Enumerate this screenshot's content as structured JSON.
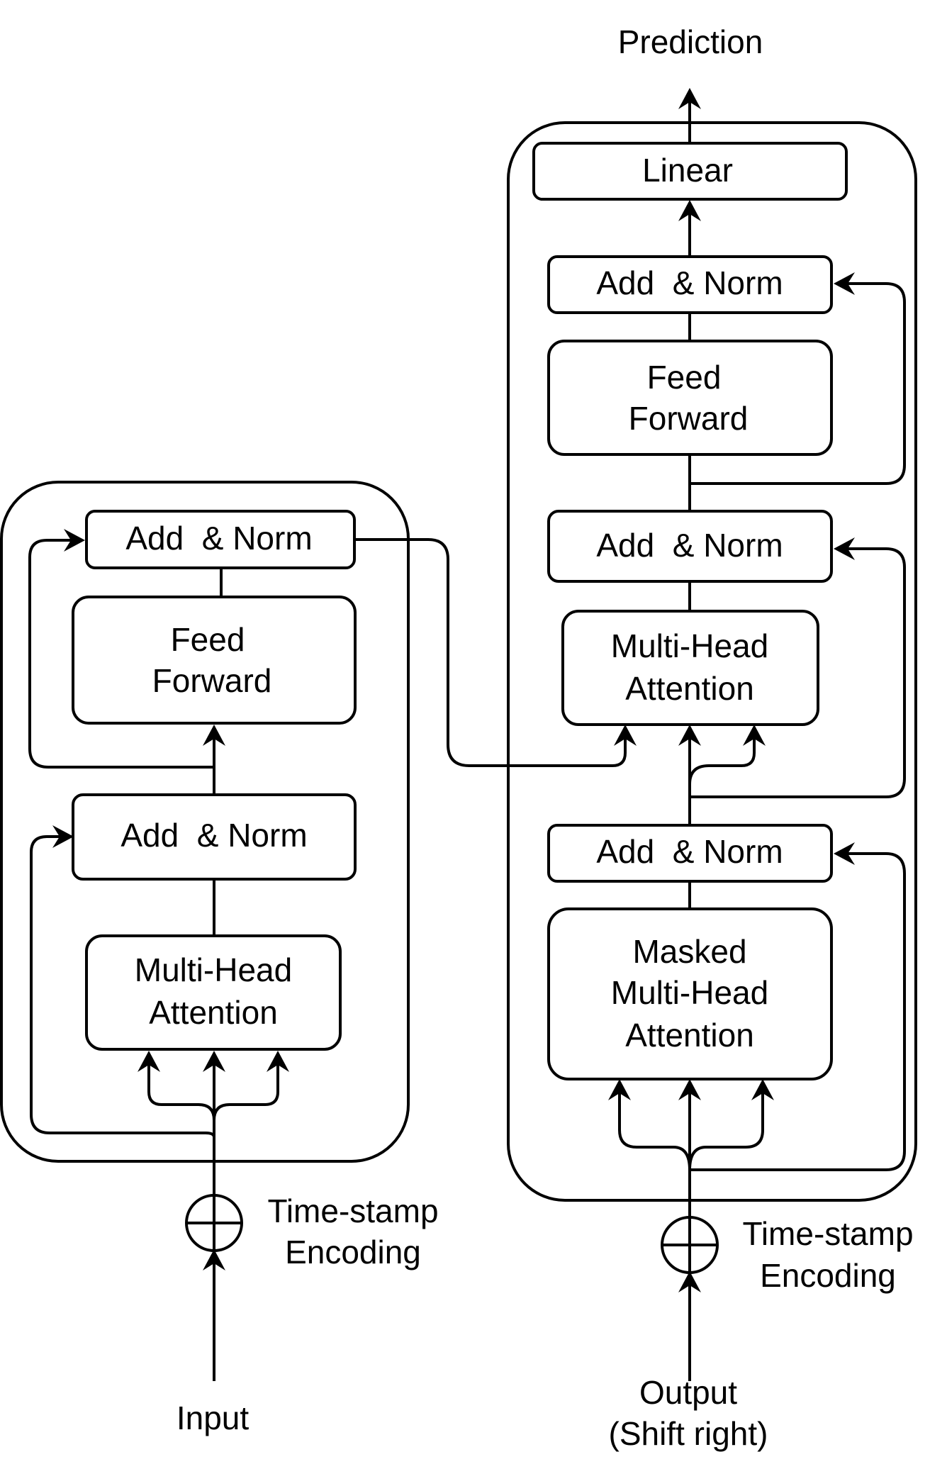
{
  "labels": {
    "prediction": "Prediction",
    "linear": "Linear",
    "add_norm": "Add  & Norm",
    "feed": "Feed",
    "forward": "Forward",
    "multi_head": "Multi-Head",
    "attention": "Attention",
    "masked": "Masked",
    "time_stamp": "Time-stamp",
    "encoding": "Encoding",
    "input": "Input",
    "output": "Output",
    "shift_right": "(Shift right)"
  }
}
